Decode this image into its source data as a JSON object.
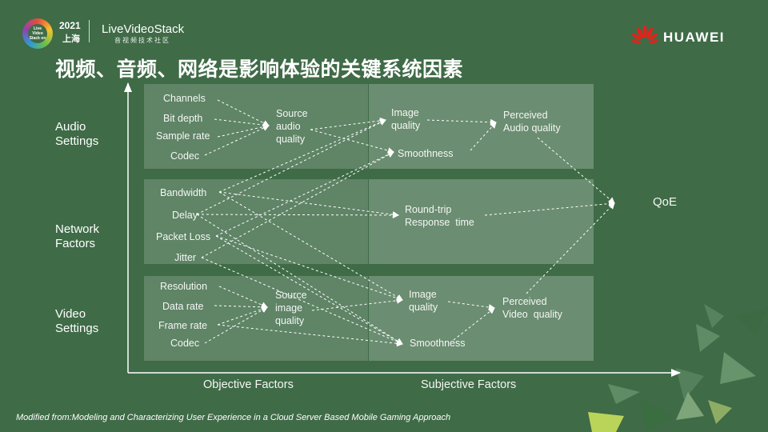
{
  "header": {
    "event_year": "2021",
    "event_city": "上海",
    "event_logo_text": "Live Video Stack on",
    "brand_name": "LiveVideoStack",
    "brand_subtitle": "音视频技术社区",
    "company_name": "HUAWEI"
  },
  "title": "视频、音频、网络是影响体验的关键系统因素",
  "side_labels": {
    "audio": "Audio\nSettings",
    "network": "Network\nFactors",
    "video": "Video\nSettings"
  },
  "nodes": {
    "channels": "Channels",
    "bit_depth": "Bit depth",
    "sample_rate": "Sample rate",
    "audio_codec": "Codec",
    "source_audio_quality": "Source\naudio\nquality",
    "audio_image_quality": "Image\nquality",
    "audio_smoothness": "Smoothness",
    "perceived_audio_quality": "Perceived\nAudio quality",
    "bandwidth": "Bandwidth",
    "delay": "Delay",
    "packet_loss": "Packet Loss",
    "jitter": "Jitter",
    "round_trip": "Round-trip\nResponse  time",
    "qoe": "QoE",
    "resolution": "Resolution",
    "data_rate": "Data rate",
    "frame_rate": "Frame rate",
    "video_codec": "Codec",
    "source_image_quality": "Source\nimage\nquality",
    "video_image_quality": "Image\nquality",
    "video_smoothness": "Smoothness",
    "perceived_video_quality": "Perceived\nVideo  quality"
  },
  "axis_labels": {
    "objective": "Objective Factors",
    "subjective": "Subjective Factors"
  },
  "footnote": "Modified from:Modeling and Characterizing User Experience in a Cloud Server Based Mobile Gaming Approach",
  "colors": {
    "background": "#3f6b47",
    "panel": "rgba(255,255,255,0.17)",
    "huawei_red": "#e2231a",
    "arrow": "#ffffff"
  },
  "icons": {
    "event_logo": "livevideostack-circle-logo",
    "huawei_logo": "huawei-petal-logo"
  }
}
